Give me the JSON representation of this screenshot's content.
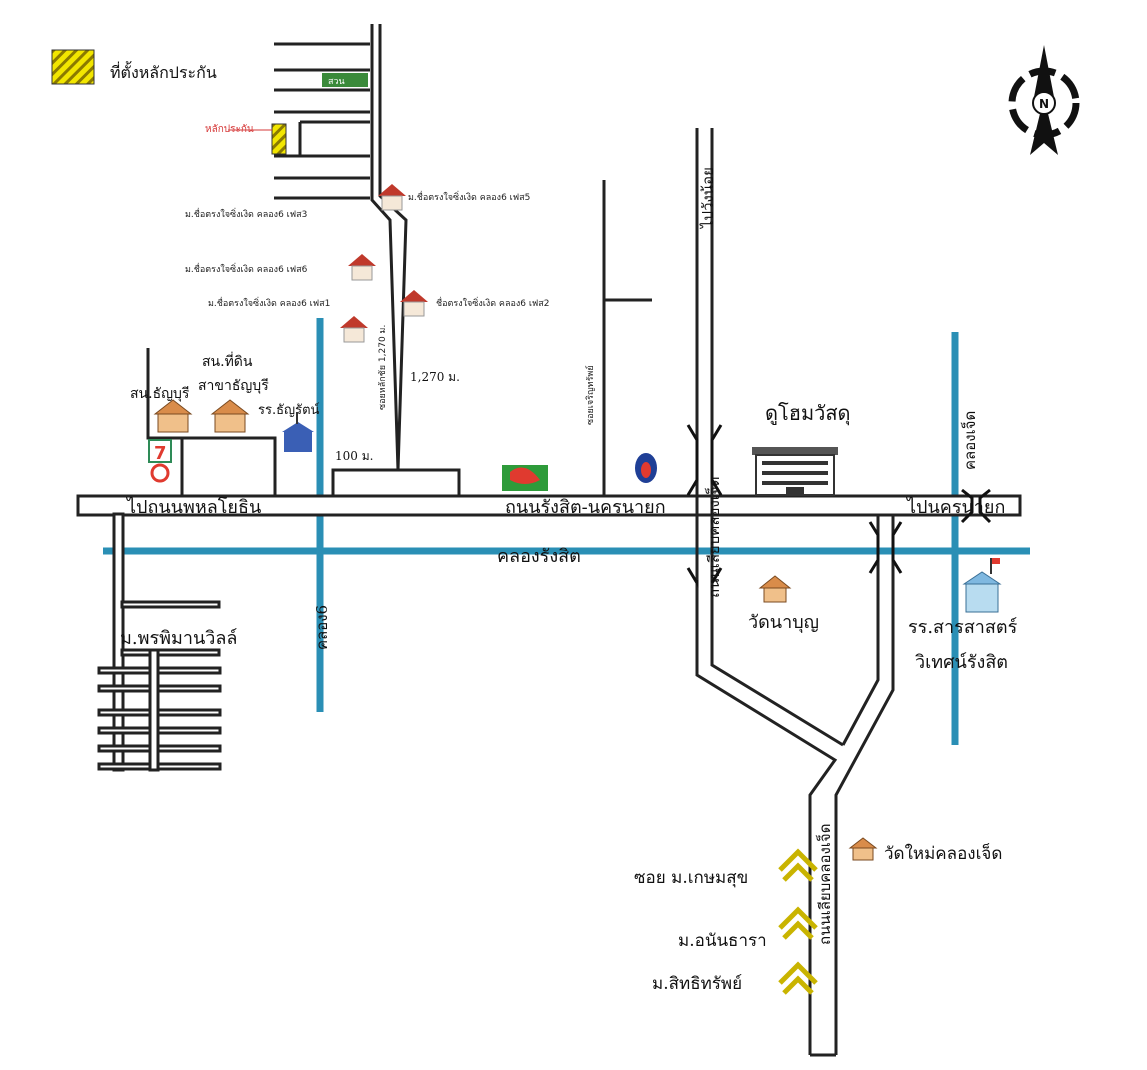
{
  "legend": {
    "label": "ที่ตั้งหลักประกัน",
    "swatch_color": "#f2e600"
  },
  "compass": {
    "letter": "N"
  },
  "colors": {
    "water": "#2a8fb5",
    "road_edge": "#222222",
    "house_roof": "#c0392b",
    "village_icon": "#c9b400"
  },
  "labels": {
    "road_main_left": "ไปถนนพหลโยธิน",
    "road_main_center": "ถนนรังสิต-นครนายก",
    "road_main_right": "ไปนครนายก",
    "canal_main": "คลองรังสิต",
    "canal_6": "คลอง6",
    "canal_7": "คลองเจ็ด",
    "road_klong7": "ถนนเลียบคลองเจ็ด",
    "road_klong7_south": "ถนนเลียบคลองเจ็ด",
    "road_north": "ไปวังน้อย",
    "road_soi": "ซอยเจริญทรัพย์",
    "road_side_vertical": "ซอยหลักชัย 1,270 ม.",
    "dist_1270": "1,270 ม.",
    "dist_100": "100 ม.",
    "store": "ดูโฮมวัสดุ",
    "wat_napbun": "วัดนาบุญ",
    "wat_mai": "วัดใหม่คลองเจ็ด",
    "school_right_1": "รร.สารสาสตร์",
    "school_right_2": "วิเทศน์รังสิต",
    "school_left": "รร.ธัญรัตน์",
    "office_1": "สน.ธัญบุรี",
    "office_2_1": "สน.ที่ดิน",
    "office_2_2": "สาขาธัญบุรี",
    "village_prim": "ม.พรพิมานวิลล์",
    "soi_kasem": "ซอย ม.เกษมสุข",
    "village_anan": "ม.อนันธารา",
    "village_sitthi": "ม.สิทธิทรัพย์",
    "collateral_marker": "หลักประกัน",
    "park_tag": "สวน",
    "house_label_3": "ม.ชื่อตรงใจซิ่งเงิด คลอง6 เฟส3",
    "house_label_5": "ม.ชื่อตรงใจซิ่งเงิด คลอง6 เฟส5",
    "house_label_6": "ม.ชื่อตรงใจซิ่งเงิด คลอง6 เฟส6",
    "house_label_1": "ม.ชื่อตรงใจซิ่งเงิด คลอง6 เฟส1",
    "house_label_2": "ชื่อตรงใจซิ่งเงิด คลอง6 เฟส2",
    "seven_eleven": "7"
  }
}
